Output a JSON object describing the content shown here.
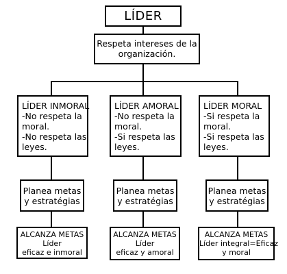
{
  "root": {
    "title": "LÍDER"
  },
  "criterion": {
    "line1": "Respeta intereses de la",
    "line2": "organización."
  },
  "branches": [
    {
      "heading": "LÍDER INMORAL",
      "lines": [
        "-No respeta la",
        "moral.",
        "-No respeta las",
        "leyes."
      ],
      "plan": [
        "Planea metas",
        "y estratégias"
      ],
      "result": [
        "ALCANZA METAS",
        "Líder",
        "eficaz e inmoral"
      ]
    },
    {
      "heading": "LÍDER AMORAL",
      "lines": [
        "-No respeta la",
        "moral.",
        "-Si respeta las",
        "leyes."
      ],
      "plan": [
        "Planea metas",
        "y estratégias"
      ],
      "result": [
        "ALCANZA METAS",
        "Líder",
        "eficaz y amoral"
      ]
    },
    {
      "heading": "LÍDER MORAL",
      "lines": [
        "-Si respeta la",
        "moral.",
        "-Si respeta las",
        "leyes."
      ],
      "plan": [
        "Planea metas",
        "y estratégias"
      ],
      "result": [
        "ALCANZA METAS",
        "Líder integral=Eficaz",
        "y moral"
      ]
    }
  ]
}
